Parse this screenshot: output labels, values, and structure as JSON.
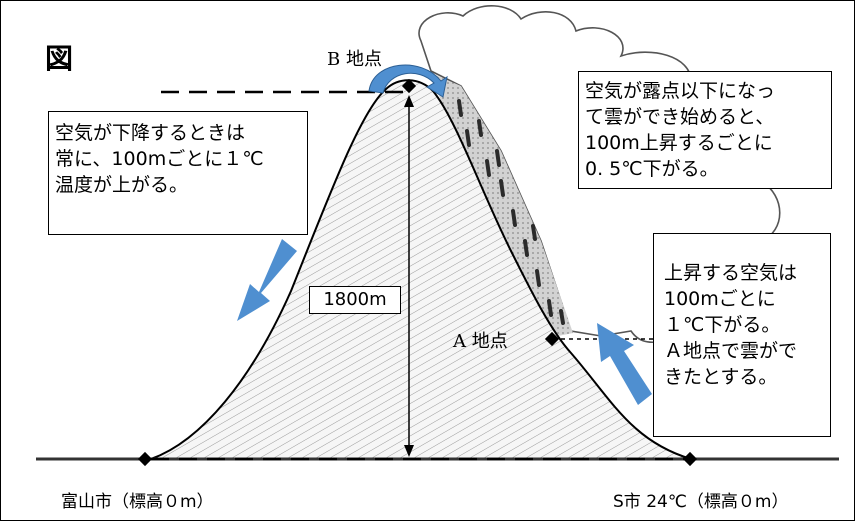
{
  "figure_label": "図",
  "point_b_label": "B 地点",
  "point_a_label": "A 地点",
  "height_label": "1800m",
  "descent_note": "空気が下降するときは\n常に、100mごとに１℃\n温度が上がる。",
  "cloud_note": "空気が露点以下になっ\nて雲ができ始めると、\n100m上昇するごとに\n0. 5℃下がる。",
  "ascent_note": "上昇する空気は\n100mごとに\n１℃下がる。\nＡ地点で雲がで\nきたとする。",
  "left_city_label": "富山市（標高０m）",
  "right_city_label": "S市 24℃（標高０m）",
  "colors": {
    "arrow": "#4f8fd0",
    "cloud_shade": "#9a9a9a",
    "outline": "#000000"
  }
}
